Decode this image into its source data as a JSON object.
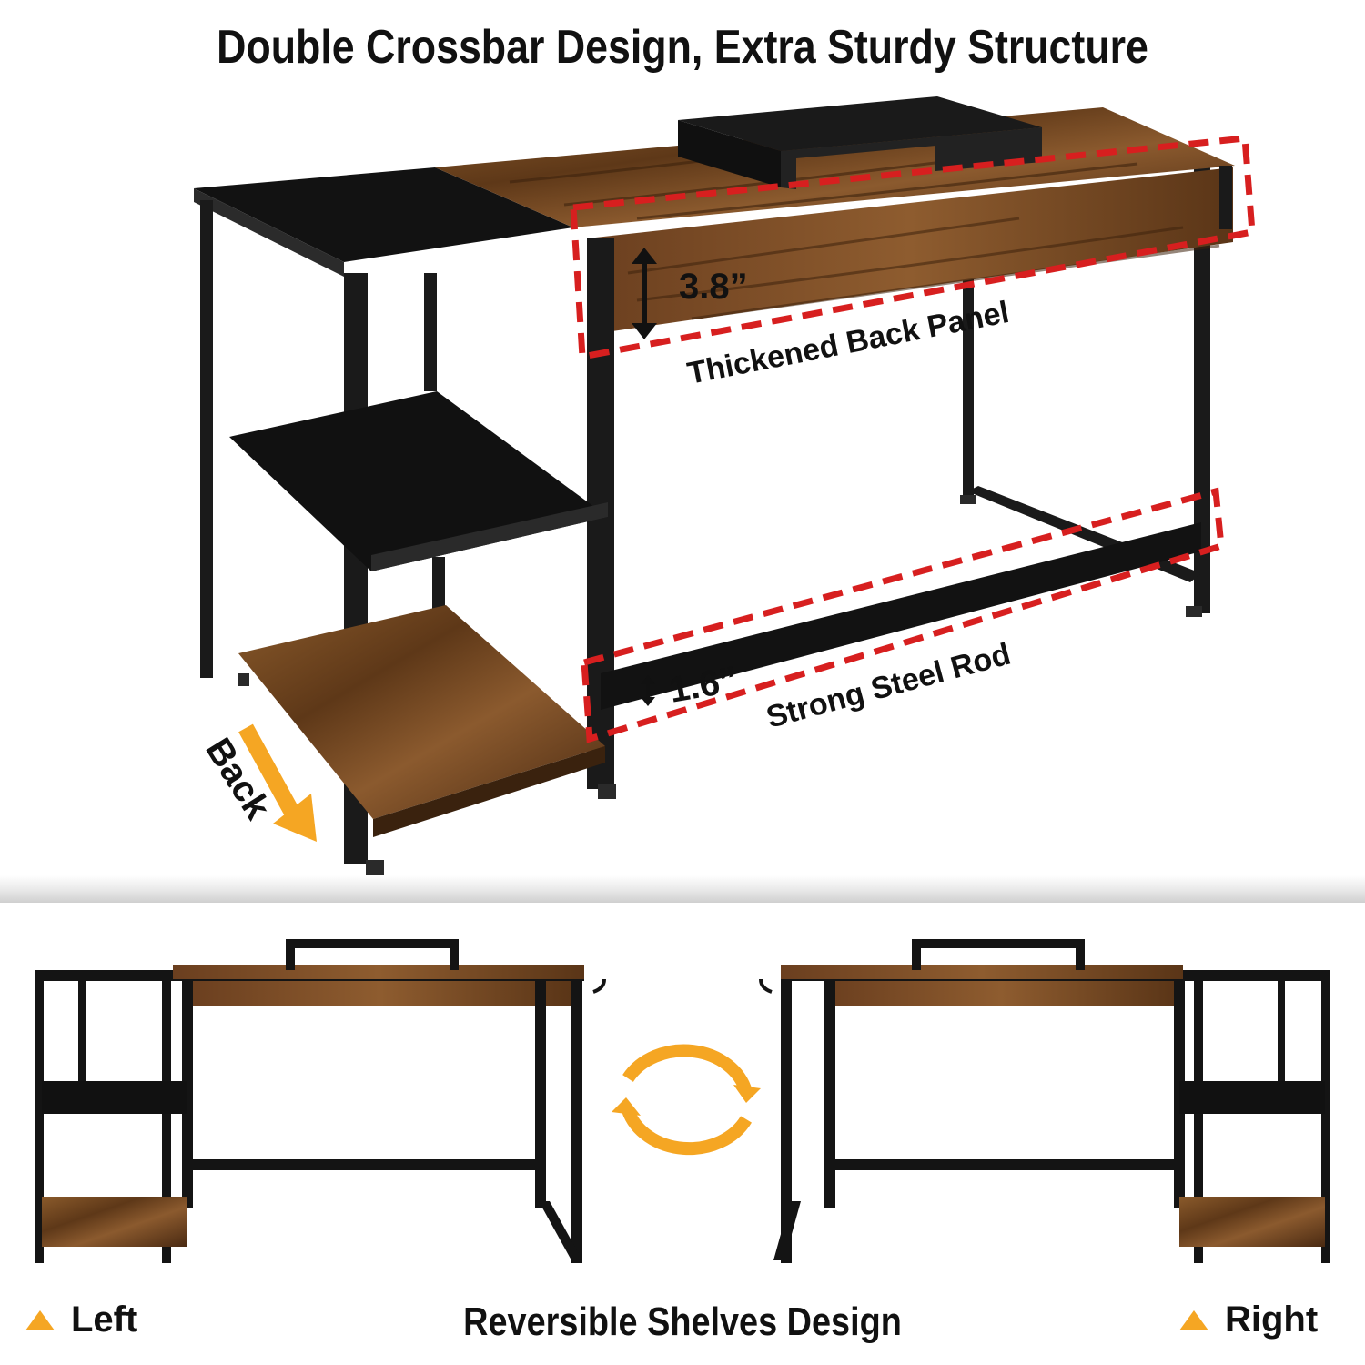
{
  "header": {
    "title": "Double Crossbar Design, Extra Sturdy Structure"
  },
  "callouts": {
    "panel_height": "3.8”",
    "panel_label": "Thickened Back Panel",
    "rod_height": "1.6”",
    "rod_label": "Strong Steel Rod",
    "back_label": "Back"
  },
  "footer": {
    "title": "Reversible Shelves Design",
    "left_label": "Left",
    "right_label": "Right"
  },
  "colors": {
    "accent": "#f5a623",
    "callout_red": "#d71f1f",
    "frame": "#1a1a1a",
    "wood": "#6b3f1f"
  }
}
